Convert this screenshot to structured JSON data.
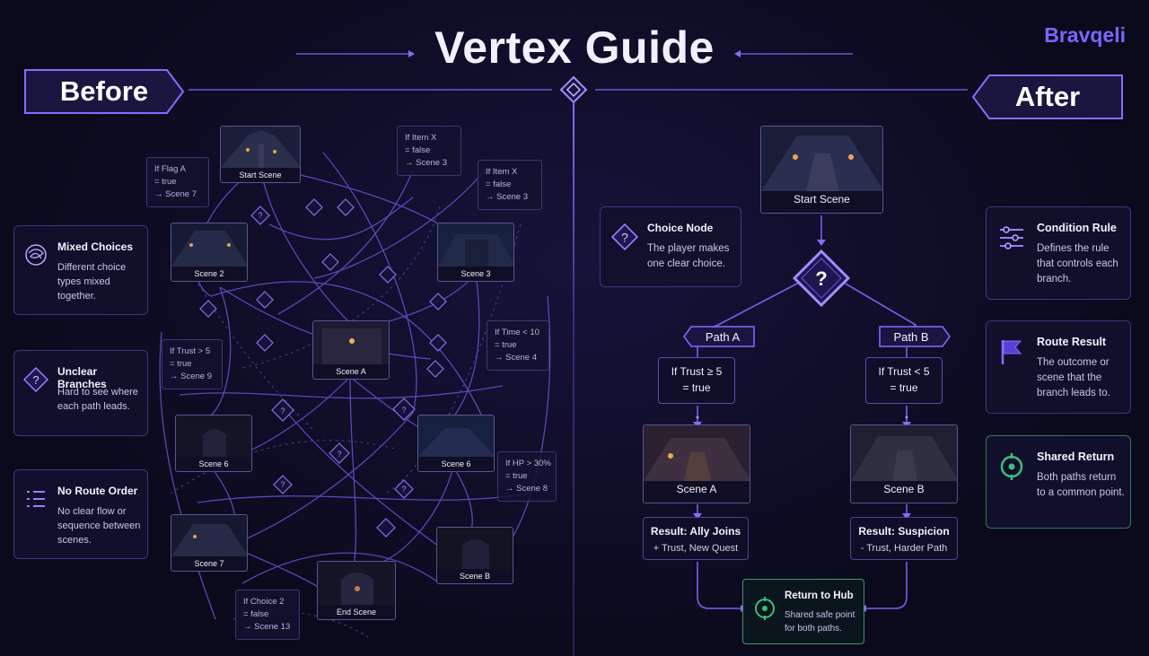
{
  "title": "Vertex Guide",
  "brand": "Bravqeli",
  "before_label": "Before",
  "after_label": "After",
  "before": {
    "left_cards": [
      {
        "title": "Mixed Choices",
        "desc": "Different choice types mixed together.",
        "icon": "tangle-icon"
      },
      {
        "title": "Unclear Branches",
        "desc": "Hard to see where each path leads.",
        "icon": "question-icon"
      },
      {
        "title": "No Route Order",
        "desc": "No clear flow or sequence between scenes.",
        "icon": "list-icon"
      }
    ],
    "scenes": {
      "start": "Start Scene",
      "s2": "Scene 2",
      "s3": "Scene 3",
      "a": "Scene A",
      "s6a": "Scene 6",
      "s6b": "Scene 6",
      "s7": "Scene 7",
      "b": "Scene B",
      "end": "End Scene"
    },
    "conditions": {
      "flag": [
        "If Flag A",
        "= true",
        "→ Scene 7"
      ],
      "item1": [
        "If Item X",
        "= false",
        "→ Scene 3"
      ],
      "item2": [
        "If Item X",
        "= false",
        "→ Scene 3"
      ],
      "trust": [
        "If Trust > 5",
        "= true",
        "→ Scene 9"
      ],
      "time": [
        "If Time < 10",
        "= true",
        "→ Scene 4"
      ],
      "hp": [
        "If HP > 30%",
        "= true",
        "→ Scene 8"
      ],
      "choice": [
        "If Choice 2",
        "= false",
        "→ Scene 13"
      ]
    }
  },
  "after": {
    "start_scene": "Start Scene",
    "choice_node": {
      "title": "Choice Node",
      "desc": "The player makes one clear choice.",
      "icon": "question-icon"
    },
    "path_a": {
      "label": "Path A",
      "condition": [
        "If Trust ≥ 5",
        "= true"
      ],
      "scene": "Scene A",
      "result_title": "Result: Ally Joins",
      "result_desc": "+ Trust, New Quest"
    },
    "path_b": {
      "label": "Path B",
      "condition": [
        "If Trust < 5",
        "= true"
      ],
      "scene": "Scene B",
      "result_title": "Result: Suspicion",
      "result_desc": "- Trust, Harder Path"
    },
    "hub": {
      "title": "Return to Hub",
      "desc": "Shared safe point for both paths."
    },
    "right_cards": [
      {
        "title": "Condition Rule",
        "desc": "Defines the rule that controls each branch.",
        "icon": "sliders-icon"
      },
      {
        "title": "Route Result",
        "desc": "The outcome or scene that the branch leads to.",
        "icon": "flag-icon"
      },
      {
        "title": "Shared Return",
        "desc": "Both paths return to a common point.",
        "icon": "cycle-icon"
      }
    ]
  },
  "colors": {
    "accent": "#8a6bff",
    "brand": "#7a66ff",
    "success": "#3ac07a",
    "background": "#0b0a1c"
  }
}
